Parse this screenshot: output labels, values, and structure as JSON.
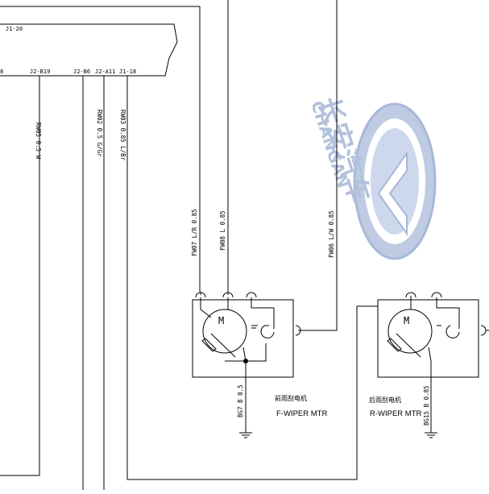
{
  "connector": {
    "top_label": "J1-20",
    "pins": [
      "8",
      "J2-B19",
      "J2-B6",
      "J2-A11",
      "J1-18"
    ]
  },
  "wires": {
    "rw05": "RW05 0.5 W",
    "rw02": "RW02  0.5 G/Gr",
    "rw03": "RW03 0.85 L/Br",
    "fw07": "FW07 L/R 0.85",
    "fw08": "FW08 L 0.85",
    "fw06": "FW06 L/W 0.85",
    "bg7": "BG7 B 0.5",
    "bg15": "BG15 B 0.85"
  },
  "front_motor": {
    "label_cn": "前雨刮电机",
    "label_en": "F-WIPER MTR",
    "symbol": "M"
  },
  "rear_motor": {
    "label_cn": "后雨刮电机",
    "label_en": "R-WIPER MTR",
    "symbol": "M"
  },
  "watermark": {
    "text": "长安汽车",
    "latin": "CHANGAN"
  },
  "colors": {
    "line": "#000000",
    "watermark": "#aabbd8"
  }
}
